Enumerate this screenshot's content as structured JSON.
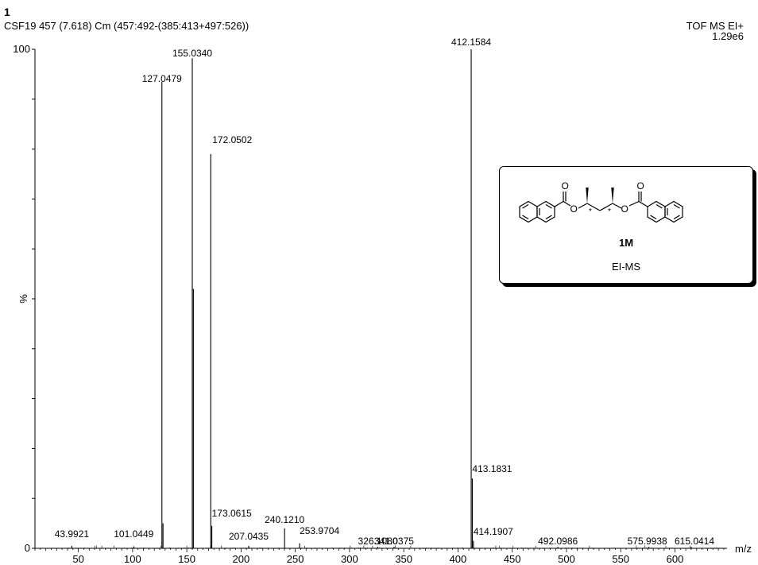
{
  "header": {
    "spectrum_number": "1",
    "description": "CSF19 457 (7.618) Cm (457:492-(385:413+497:526))",
    "mode": "TOF MS EI+",
    "max_intensity": "1.29e6"
  },
  "inset": {
    "compound_label": "1M",
    "method_label": "EI-MS",
    "atom_label_o": "O",
    "stereo_mark": "*"
  },
  "chart_data": {
    "type": "bar",
    "title": "",
    "xlabel": "m/z",
    "ylabel": "%",
    "xlim": [
      10,
      648
    ],
    "ylim": [
      0,
      100
    ],
    "xticks": [
      50,
      100,
      150,
      200,
      250,
      300,
      350,
      400,
      450,
      500,
      550,
      600
    ],
    "yticks_labeled": [
      0,
      100
    ],
    "grid": false,
    "peaks": [
      {
        "mz": 43.9921,
        "rel": 0.5,
        "label": "43.9921"
      },
      {
        "mz": 101.0449,
        "rel": 0.4,
        "label": "101.0449"
      },
      {
        "mz": 127.0479,
        "rel": 93.5,
        "label": "127.0479"
      },
      {
        "mz": 128.05,
        "rel": 5.0,
        "label": ""
      },
      {
        "mz": 155.034,
        "rel": 98.2,
        "label": "155.0340"
      },
      {
        "mz": 156.04,
        "rel": 52.0,
        "label": ""
      },
      {
        "mz": 172.0502,
        "rel": 79.0,
        "label": "172.0502"
      },
      {
        "mz": 173.0615,
        "rel": 4.5,
        "label": "173.0615"
      },
      {
        "mz": 207.0435,
        "rel": 0.5,
        "label": "207.0435"
      },
      {
        "mz": 240.121,
        "rel": 4.0,
        "label": "240.1210"
      },
      {
        "mz": 253.9704,
        "rel": 1.0,
        "label": "253.9704"
      },
      {
        "mz": 326.108,
        "rel": 0.3,
        "label": "326.1080"
      },
      {
        "mz": 341.0375,
        "rel": 0.3,
        "label": "341.0375"
      },
      {
        "mz": 412.1584,
        "rel": 100,
        "label": "412.1584"
      },
      {
        "mz": 413.1831,
        "rel": 14.0,
        "label": "413.1831"
      },
      {
        "mz": 414.1907,
        "rel": 1.5,
        "label": "414.1907"
      },
      {
        "mz": 492.0986,
        "rel": 0.3,
        "label": "492.0986"
      },
      {
        "mz": 575.9938,
        "rel": 0.3,
        "label": "575.9938"
      },
      {
        "mz": 615.0414,
        "rel": 0.3,
        "label": "615.0414"
      }
    ]
  }
}
